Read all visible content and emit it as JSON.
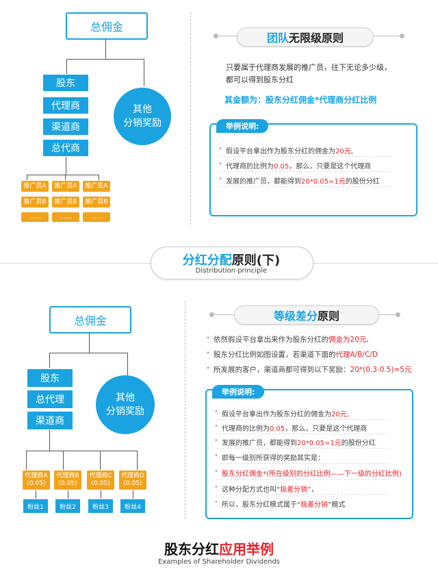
{
  "top": {
    "root": "总佣金",
    "chain": [
      "股东",
      "代理商",
      "渠道商",
      "总代商"
    ],
    "circle": "其他\n分销奖励",
    "promoter_rows": [
      [
        "推广员A",
        "推广员A",
        "推广员A"
      ],
      [
        "推广员B",
        "推广员B",
        "推广员B"
      ],
      [
        "……",
        "……",
        "……"
      ]
    ],
    "title_hl": "团队",
    "title_rest": "无限级原则",
    "desc1": "只要属于代理商发展的推广员，往下无论多少级，",
    "desc2": "都可以得到股东分红",
    "formula": "其金额为：股东分红佣金*代理商分红比例",
    "card_tag": "举例说明:",
    "items": [
      {
        "pre": "假设平台拿出作为股东分红的佣金为",
        "hl": "20元",
        "post": ","
      },
      {
        "pre": "代理商的比例为",
        "hl": "0.05",
        "post": "，那么，只要是这个代理商"
      },
      {
        "pre": "发展的推广员，都能得到",
        "hl": "20*0.05=1元",
        "post": "的股份分红"
      }
    ]
  },
  "banner": {
    "title_hl": "分红分配",
    "title_rest": "原则(下)",
    "subtitle": "Distribution principle"
  },
  "bottom": {
    "root": "总佣金",
    "chain": [
      "股东",
      "总代理",
      "渠道商"
    ],
    "circle": "其他\n分销奖励",
    "agents": [
      "代理商A\n(0.05)",
      "代理商B\n(0.05)",
      "代理商C\n(0.05)",
      "代理商D\n(0.05)"
    ],
    "fans": [
      "粉丝1",
      "粉丝2",
      "粉丝3",
      "粉丝4"
    ],
    "title_hl": "等级差分",
    "title_rest": "原则",
    "bullets": [
      {
        "pre": "依然假设平台拿出来作为股东分红的",
        "hl": "佣金为20元",
        "post": ","
      },
      {
        "pre": "股东分红比例如图设置，若渠道下面的",
        "hl": "代理A/B/C/D",
        "post": ""
      },
      {
        "pre": "所发展的客户，渠道商都可得到以下奖励：",
        "hl": "20*(0.3-0.5)=5元",
        "post": ""
      }
    ],
    "card_tag": "举例说明:",
    "items": [
      {
        "pre": "假设平台拿出作为股东分红的佣金为",
        "hl": "20元",
        "post": ","
      },
      {
        "pre": "代理商的比例为",
        "hl": "0.05",
        "post": "，那么，只要是这个代理商"
      },
      {
        "pre": "发展的推广员，都能得到",
        "hl": "20*0.05=1元",
        "post": "的股份分红"
      },
      {
        "pre": "即每一级别所获得的奖励其实是：",
        "hl": "",
        "post": ""
      },
      {
        "pre": "",
        "hl": "股东分红佣金*(所在级别的分红比例——下一级的分红比例)",
        "post": ""
      },
      {
        "pre": "这种分配方式也叫“",
        "hl": "极差分销",
        "post": "”，"
      },
      {
        "pre": "所以，股东分红模式属于“",
        "hl": "极差分销",
        "post": "”模式"
      }
    ]
  },
  "footer": {
    "title_black": "股东分红",
    "title_red": "应用举例",
    "subtitle": "Examples of Shareholder Dividends"
  }
}
